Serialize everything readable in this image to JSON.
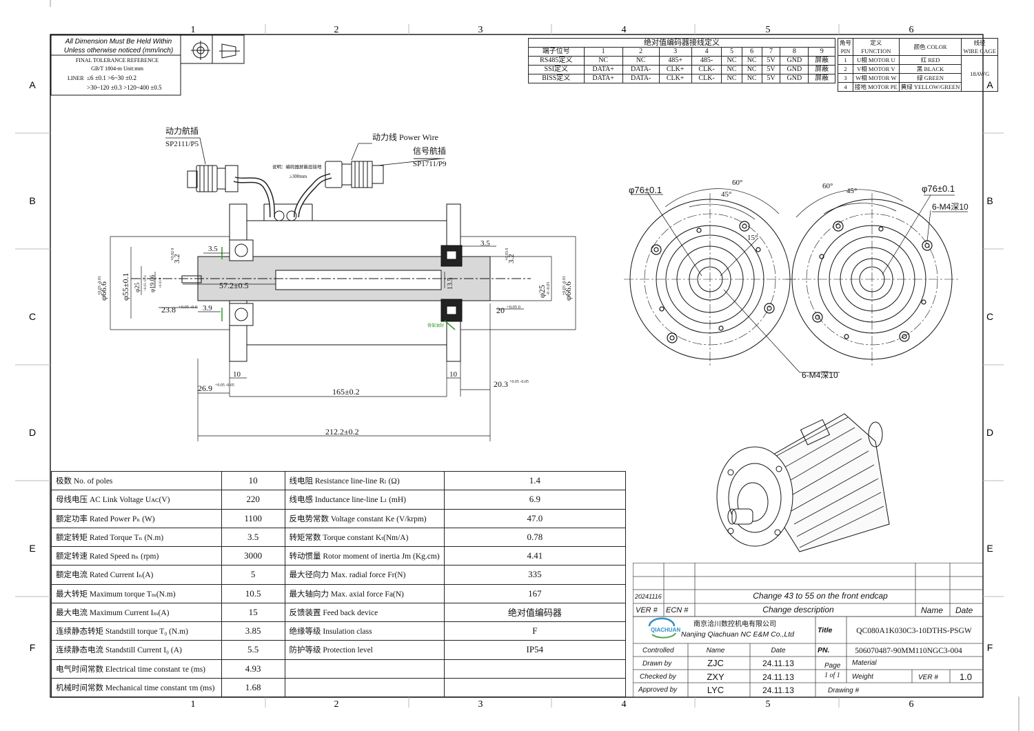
{
  "frame": {
    "columns": [
      "1",
      "2",
      "3",
      "4",
      "5",
      "6"
    ],
    "rows": [
      "A",
      "B",
      "C",
      "D",
      "E",
      "F"
    ]
  },
  "tolerance": {
    "line1": "All Dimension Must Be Held Within",
    "line2": "Unless otherwise noticed (mm/inch)",
    "line3": "FINAL TOLERANCE REFERENCE",
    "line4": "GB/T 1804-m Unit:mm",
    "liner": "LINER",
    "r1": "≤6     ±0.1     >6~30     ±0.2",
    "r2": ">30~120   ±0.3   >120~400   ±0.5"
  },
  "encoder": {
    "title": "绝对值编码器接线定义",
    "header": [
      "端子位号",
      "1",
      "2",
      "3",
      "4",
      "5",
      "6",
      "7",
      "8",
      "9"
    ],
    "rows": [
      [
        "RS485定义",
        "NC",
        "NC",
        "485+",
        "485-",
        "NC",
        "NC",
        "5V",
        "GND",
        "屏蔽"
      ],
      [
        "SSI定义",
        "DATA+",
        "DATA-",
        "CLK+",
        "CLK-",
        "NC",
        "NC",
        "5V",
        "GND",
        "屏蔽"
      ],
      [
        "BISS定义",
        "DATA+",
        "DATA-",
        "CLK+",
        "CLK-",
        "NC",
        "NC",
        "5V",
        "GND",
        "屏蔽"
      ]
    ]
  },
  "motor_pins": {
    "h_pin1": "角号",
    "h_pin2": "PIN",
    "h_func1": "定义",
    "h_func2": "FUNCTION",
    "h_color": "颜色 COLOR",
    "h_gauge1": "线径",
    "h_gauge2": "WIRE GAGE",
    "gauge": "18AWG",
    "rows": [
      {
        "pin": "1",
        "func": "U相 MOTOR U",
        "color": "红 RED"
      },
      {
        "pin": "2",
        "func": "V相 MOTOR V",
        "color": "黑 BLACK"
      },
      {
        "pin": "3",
        "func": "W相 MOTOR W",
        "color": "绿 GREEN"
      },
      {
        "pin": "4",
        "func": "接地 MOTOR PE",
        "color": "黄绿 YELLOW/GREEN"
      }
    ]
  },
  "section_labels": {
    "power_plug": "动力航插",
    "power_plug_code": "SP2111/P5",
    "power_wire": "动力线 Power Wire",
    "signal_plug": "信号航插",
    "signal_plug_code": "SP1711/P9",
    "note": "说明：编码器屏蔽层接地",
    "cable_len": "≥300mm",
    "d_3_5_l": "3.5",
    "d_3_5_r": "3.5",
    "d_3_2_l": "3.2",
    "d_3_2_l_tol": "+0.02 0",
    "d_3_2_r": "3.2",
    "d_3_2_r_tol": "+0.03 0",
    "d_66_l": "φ66.6",
    "d_66_l_tol": "+0.03 -0.01",
    "d_55": "φ55±0.1",
    "d_25": "φ25",
    "d_25_tol": "+0.03 -0.01",
    "d_19": "φ19.06",
    "d_19_tol": "+0.03 0",
    "d_57": "57.2±0.5",
    "d_13_5": "13.5",
    "d_25_r": "φ25",
    "d_25_r_tol": "-0 -0.03",
    "d_66_r": "φ66.6",
    "d_66_r_tol": "+0.03 -0.01",
    "d_23_8": "23.8",
    "d_23_8_tol": "+0.05 -0.0",
    "d_3_9": "3.9",
    "d_20": "20",
    "d_20_tol": "+0.05 0",
    "seal": "骨架油封",
    "d_10_l": "10",
    "d_10_r": "10",
    "d_26_9": "26.9",
    "d_26_9_tol": "+0.05 -0.05",
    "d_165": "165±0.2",
    "d_20_3": "20.3",
    "d_20_3_tol": "+0.05 -0.05",
    "d_212": "212.2±0.2"
  },
  "end_views": {
    "left_dia": "φ76±0.1",
    "left_a60": "60°",
    "left_a45": "45°",
    "left_a15": "15°",
    "left_holes": "6-M4深10",
    "right_a60": "60°",
    "right_a45": "45°",
    "right_dia": "φ76±0.1",
    "right_holes": "6-M4深10"
  },
  "params": [
    {
      "l": "极数 No. of poles",
      "lv": "10",
      "r": "线电阻 Resistance line-line  Rₗ (Ω)",
      "rv": "1.4"
    },
    {
      "l": "母线电压 AC Link Voltage Uᴀᴄ(V)",
      "lv": "220",
      "r": "线电感 Inductance line-line  Lₗ (mH)",
      "rv": "6.9"
    },
    {
      "l": "额定功率 Rated Power   Pₙ  (W)",
      "lv": "1100",
      "r": "反电势常数 Voltage constant Ke (V/krpm)",
      "rv": "47.0"
    },
    {
      "l": "额定转矩 Rated Torque  Tₙ (N.m)",
      "lv": "3.5",
      "r": "转矩常数  Torque  constant Kₜ(Nm/A)",
      "rv": "0.78"
    },
    {
      "l": "额定转速 Rated Speed   nₙ (rpm)",
      "lv": "3000",
      "r": "转动惯量 Rotor moment of inertia Jm (Kg.cm)",
      "rv": "4.41"
    },
    {
      "l": "额定电流 Rated Current   Iₙ(A)",
      "lv": "5",
      "r": "最大径向力 Max. radial force  Fr(N)",
      "rv": "335"
    },
    {
      "l": "最大转矩 Maximum torque  Tₘ(N.m)",
      "lv": "10.5",
      "r": "最大轴向力 Max. axial  force  Fa(N)",
      "rv": "167"
    },
    {
      "l": "最大电流 Maximum Current   Iₘ(A)",
      "lv": "15",
      "r": "反馈装置 Feed back device",
      "rv": "绝对值编码器"
    },
    {
      "l": "连续静态转矩 Standstill torque  T₀ (N.m)",
      "lv": "3.85",
      "r": "绝缘等级 Insulation class",
      "rv": "F"
    },
    {
      "l": "连续静态电流 Standstill Current   I₀ (A)",
      "lv": "5.5",
      "r": "防护等级 Protection level",
      "rv": "IP54"
    },
    {
      "l": "电气时间常数 Electrical time constant τe (ms)",
      "lv": "4.93",
      "r": "",
      "rv": ""
    },
    {
      "l": "机械时间常数 Mechanical time constant τm (ms)",
      "lv": "1.68",
      "r": "",
      "rv": ""
    }
  ],
  "title_block": {
    "rev_date": "20241116",
    "rev_desc": "Change 43 to 55 on the front endcap",
    "h_ver": "VER #",
    "h_ecn": "ECN #",
    "h_desc": "Change description",
    "h_name": "Name",
    "h_date": "Date",
    "logo": "QIACHUAN",
    "company_cn": "南京洽川数控机电有限公司",
    "company_en": "Nanjing Qiachuan NC E&M Co.,Ltd",
    "title_label": "Title",
    "title_value": "QC080A1K030C3-10DTHS-PSGW",
    "h_controlled": "Controlled",
    "h_name2": "Name",
    "h_date2": "Date",
    "pn_label": "PN.",
    "pn_value": "506070487-90MM110NGC3-004",
    "drawn_label": "Drawn by",
    "drawn_name": "ZJC",
    "drawn_date": "24.11.13",
    "checked_label": "Checked by",
    "checked_name": "ZXY",
    "checked_date": "24.11.13",
    "approved_label": "Approved by",
    "approved_name": "LYC",
    "approved_date": "24.11.13",
    "page_label": "Page",
    "page_value": "1 of 1",
    "material_label": "Material",
    "weight_label": "Weight",
    "ver_label": "VER #",
    "ver_value": "1.0",
    "drawing_label": "Drawing #"
  }
}
